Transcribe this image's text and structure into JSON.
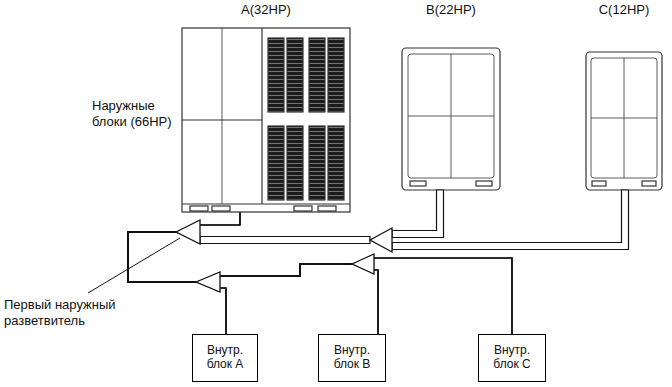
{
  "diagram": {
    "nodes": [
      {
        "text": [
          "A(32HP)"
        ]
      },
      {
        "text": [
          "B(22HP)"
        ]
      },
      {
        "text": [
          "C(12HP)"
        ]
      },
      {
        "text": [
          "Внутр. блок A"
        ]
      },
      {
        "text": [
          "Внутр. блок B"
        ]
      },
      {
        "text": [
          "Внутр. блок C"
        ]
      }
    ],
    "edges": [
      {
        "from": 0,
        "to": 3,
        "arrow": "none"
      },
      {
        "from": 0,
        "to": 4,
        "arrow": "none"
      },
      {
        "from": 0,
        "to": 5,
        "arrow": "none"
      },
      {
        "from": 1,
        "to": 3,
        "arrow": "none"
      },
      {
        "from": 1,
        "to": 4,
        "arrow": "none"
      },
      {
        "from": 1,
        "to": 5,
        "arrow": "none"
      },
      {
        "from": 2,
        "to": 3,
        "arrow": "none"
      },
      {
        "from": 2,
        "to": 4,
        "arrow": "none"
      },
      {
        "from": 2,
        "to": 5,
        "arrow": "none"
      }
    ],
    "labels": [
      "Наружные блоки (66HP)",
      "Первый наружный разветвитель"
    ]
  }
}
